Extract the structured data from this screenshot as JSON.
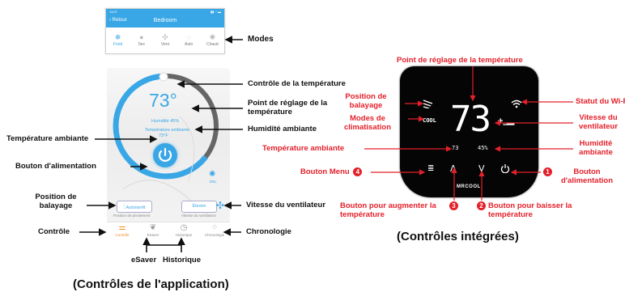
{
  "phone_header": {
    "back_label": "Retour",
    "title": "Bedroom"
  },
  "modes": [
    {
      "label": "Froid",
      "icon": "snowflake-icon",
      "active": true
    },
    {
      "label": "Sec",
      "icon": "droplet-icon",
      "active": false
    },
    {
      "label": "Vent",
      "icon": "fan-icon",
      "active": false
    },
    {
      "label": "Auto",
      "icon": "auto-icon",
      "active": false
    },
    {
      "label": "Chaud",
      "icon": "sun-icon",
      "active": false
    }
  ],
  "app": {
    "set_temp": "73°",
    "humidity": "Humidité 45%",
    "ambient_label": "Température ambiante",
    "ambient_value": "73°F",
    "small_icon_label": "DEL",
    "swing_value": "Auto/arrêt",
    "swing_caption": "Position de pivotement",
    "fan_value": "Élevée",
    "fan_caption": "Vitesse du ventilateur",
    "tabs": [
      {
        "label": "Contrôle",
        "icon": "control-icon",
        "active": true
      },
      {
        "label": "ESaver",
        "icon": "leaf-icon",
        "active": false
      },
      {
        "label": "Historique",
        "icon": "history-icon",
        "active": false
      },
      {
        "label": "Chronologie",
        "icon": "schedule-icon",
        "active": false
      }
    ]
  },
  "app_callouts": {
    "modes": "Modes",
    "temp_control": "Contrôle de la température",
    "setpoint": "Point de réglage de la température",
    "ambient_humidity": "Humidité ambiante",
    "ambient_temp": "Température ambiante",
    "power": "Bouton d'alimentation",
    "swing": "Position de balayage",
    "fan_speed": "Vitesse du ventilateur",
    "control": "Contrôle",
    "schedule": "Chronologie",
    "esaver": "eSaver",
    "history": "Historique"
  },
  "app_caption": "(Contrôles de l'application)",
  "thermostat": {
    "mode_text": "COOL",
    "setpoint": "73",
    "ambient": "73",
    "humidity": "45%",
    "brand": "MRCOOL"
  },
  "device_callouts": {
    "setpoint": "Point de réglage de la température",
    "swing": "Position de balayage",
    "modes": "Modes de climatisation",
    "ambient_temp": "Température ambiante",
    "menu": "Bouton Menu",
    "menu_num": "4",
    "temp_up": "Bouton pour augmenter la température",
    "temp_up_num": "3",
    "temp_down": "Bouton pour baisser la température",
    "temp_down_num": "2",
    "power": "Bouton d'alimentation",
    "power_num": "1",
    "wifi": "Statut du Wi-Fi",
    "fan_speed": "Vitesse du ventilateur",
    "humidity": "Humidité ambiante"
  },
  "device_caption": "(Contrôles intégrées)",
  "colors": {
    "app_blue": "#39a7e6",
    "callout_red": "#e4202a",
    "active_tab": "#f08a24"
  }
}
